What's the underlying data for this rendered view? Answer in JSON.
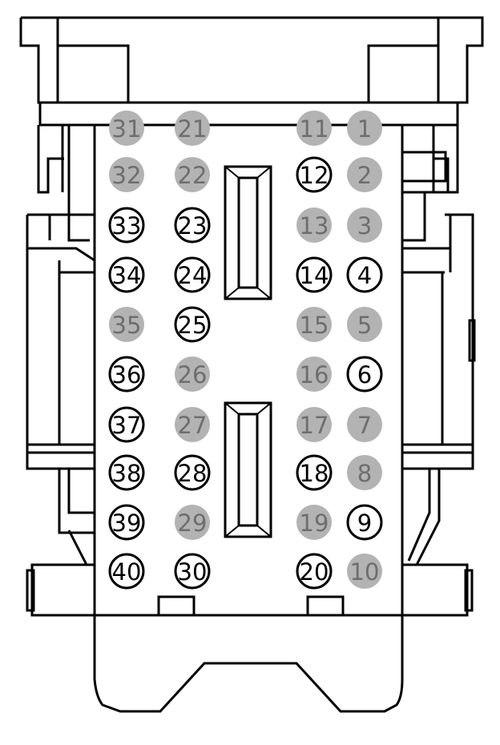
{
  "colors": {
    "occupied_fill": "#ffffff",
    "occupied_stroke": "#000000",
    "occupied_text": "#000000",
    "empty_fill": "#b3b3b3",
    "empty_text": "#6e6e6e",
    "line": "#000000",
    "background": "#ffffff"
  },
  "pins": [
    {
      "label": "1",
      "state": "empty"
    },
    {
      "label": "2",
      "state": "empty"
    },
    {
      "label": "3",
      "state": "empty"
    },
    {
      "label": "4",
      "state": "occupied"
    },
    {
      "label": "5",
      "state": "empty"
    },
    {
      "label": "6",
      "state": "occupied"
    },
    {
      "label": "7",
      "state": "empty"
    },
    {
      "label": "8",
      "state": "empty"
    },
    {
      "label": "9",
      "state": "occupied"
    },
    {
      "label": "10",
      "state": "empty"
    },
    {
      "label": "11",
      "state": "empty"
    },
    {
      "label": "12",
      "state": "occupied"
    },
    {
      "label": "13",
      "state": "empty"
    },
    {
      "label": "14",
      "state": "occupied"
    },
    {
      "label": "15",
      "state": "empty"
    },
    {
      "label": "16",
      "state": "empty"
    },
    {
      "label": "17",
      "state": "empty"
    },
    {
      "label": "18",
      "state": "occupied"
    },
    {
      "label": "19",
      "state": "empty"
    },
    {
      "label": "20",
      "state": "occupied"
    },
    {
      "label": "21",
      "state": "empty"
    },
    {
      "label": "22",
      "state": "empty"
    },
    {
      "label": "23",
      "state": "occupied"
    },
    {
      "label": "24",
      "state": "occupied"
    },
    {
      "label": "25",
      "state": "occupied"
    },
    {
      "label": "26",
      "state": "empty"
    },
    {
      "label": "27",
      "state": "empty"
    },
    {
      "label": "28",
      "state": "occupied"
    },
    {
      "label": "29",
      "state": "empty"
    },
    {
      "label": "30",
      "state": "occupied"
    },
    {
      "label": "31",
      "state": "empty"
    },
    {
      "label": "32",
      "state": "empty"
    },
    {
      "label": "33",
      "state": "occupied"
    },
    {
      "label": "34",
      "state": "occupied"
    },
    {
      "label": "35",
      "state": "empty"
    },
    {
      "label": "36",
      "state": "occupied"
    },
    {
      "label": "37",
      "state": "occupied"
    },
    {
      "label": "38",
      "state": "occupied"
    },
    {
      "label": "39",
      "state": "occupied"
    },
    {
      "label": "40",
      "state": "occupied"
    }
  ]
}
